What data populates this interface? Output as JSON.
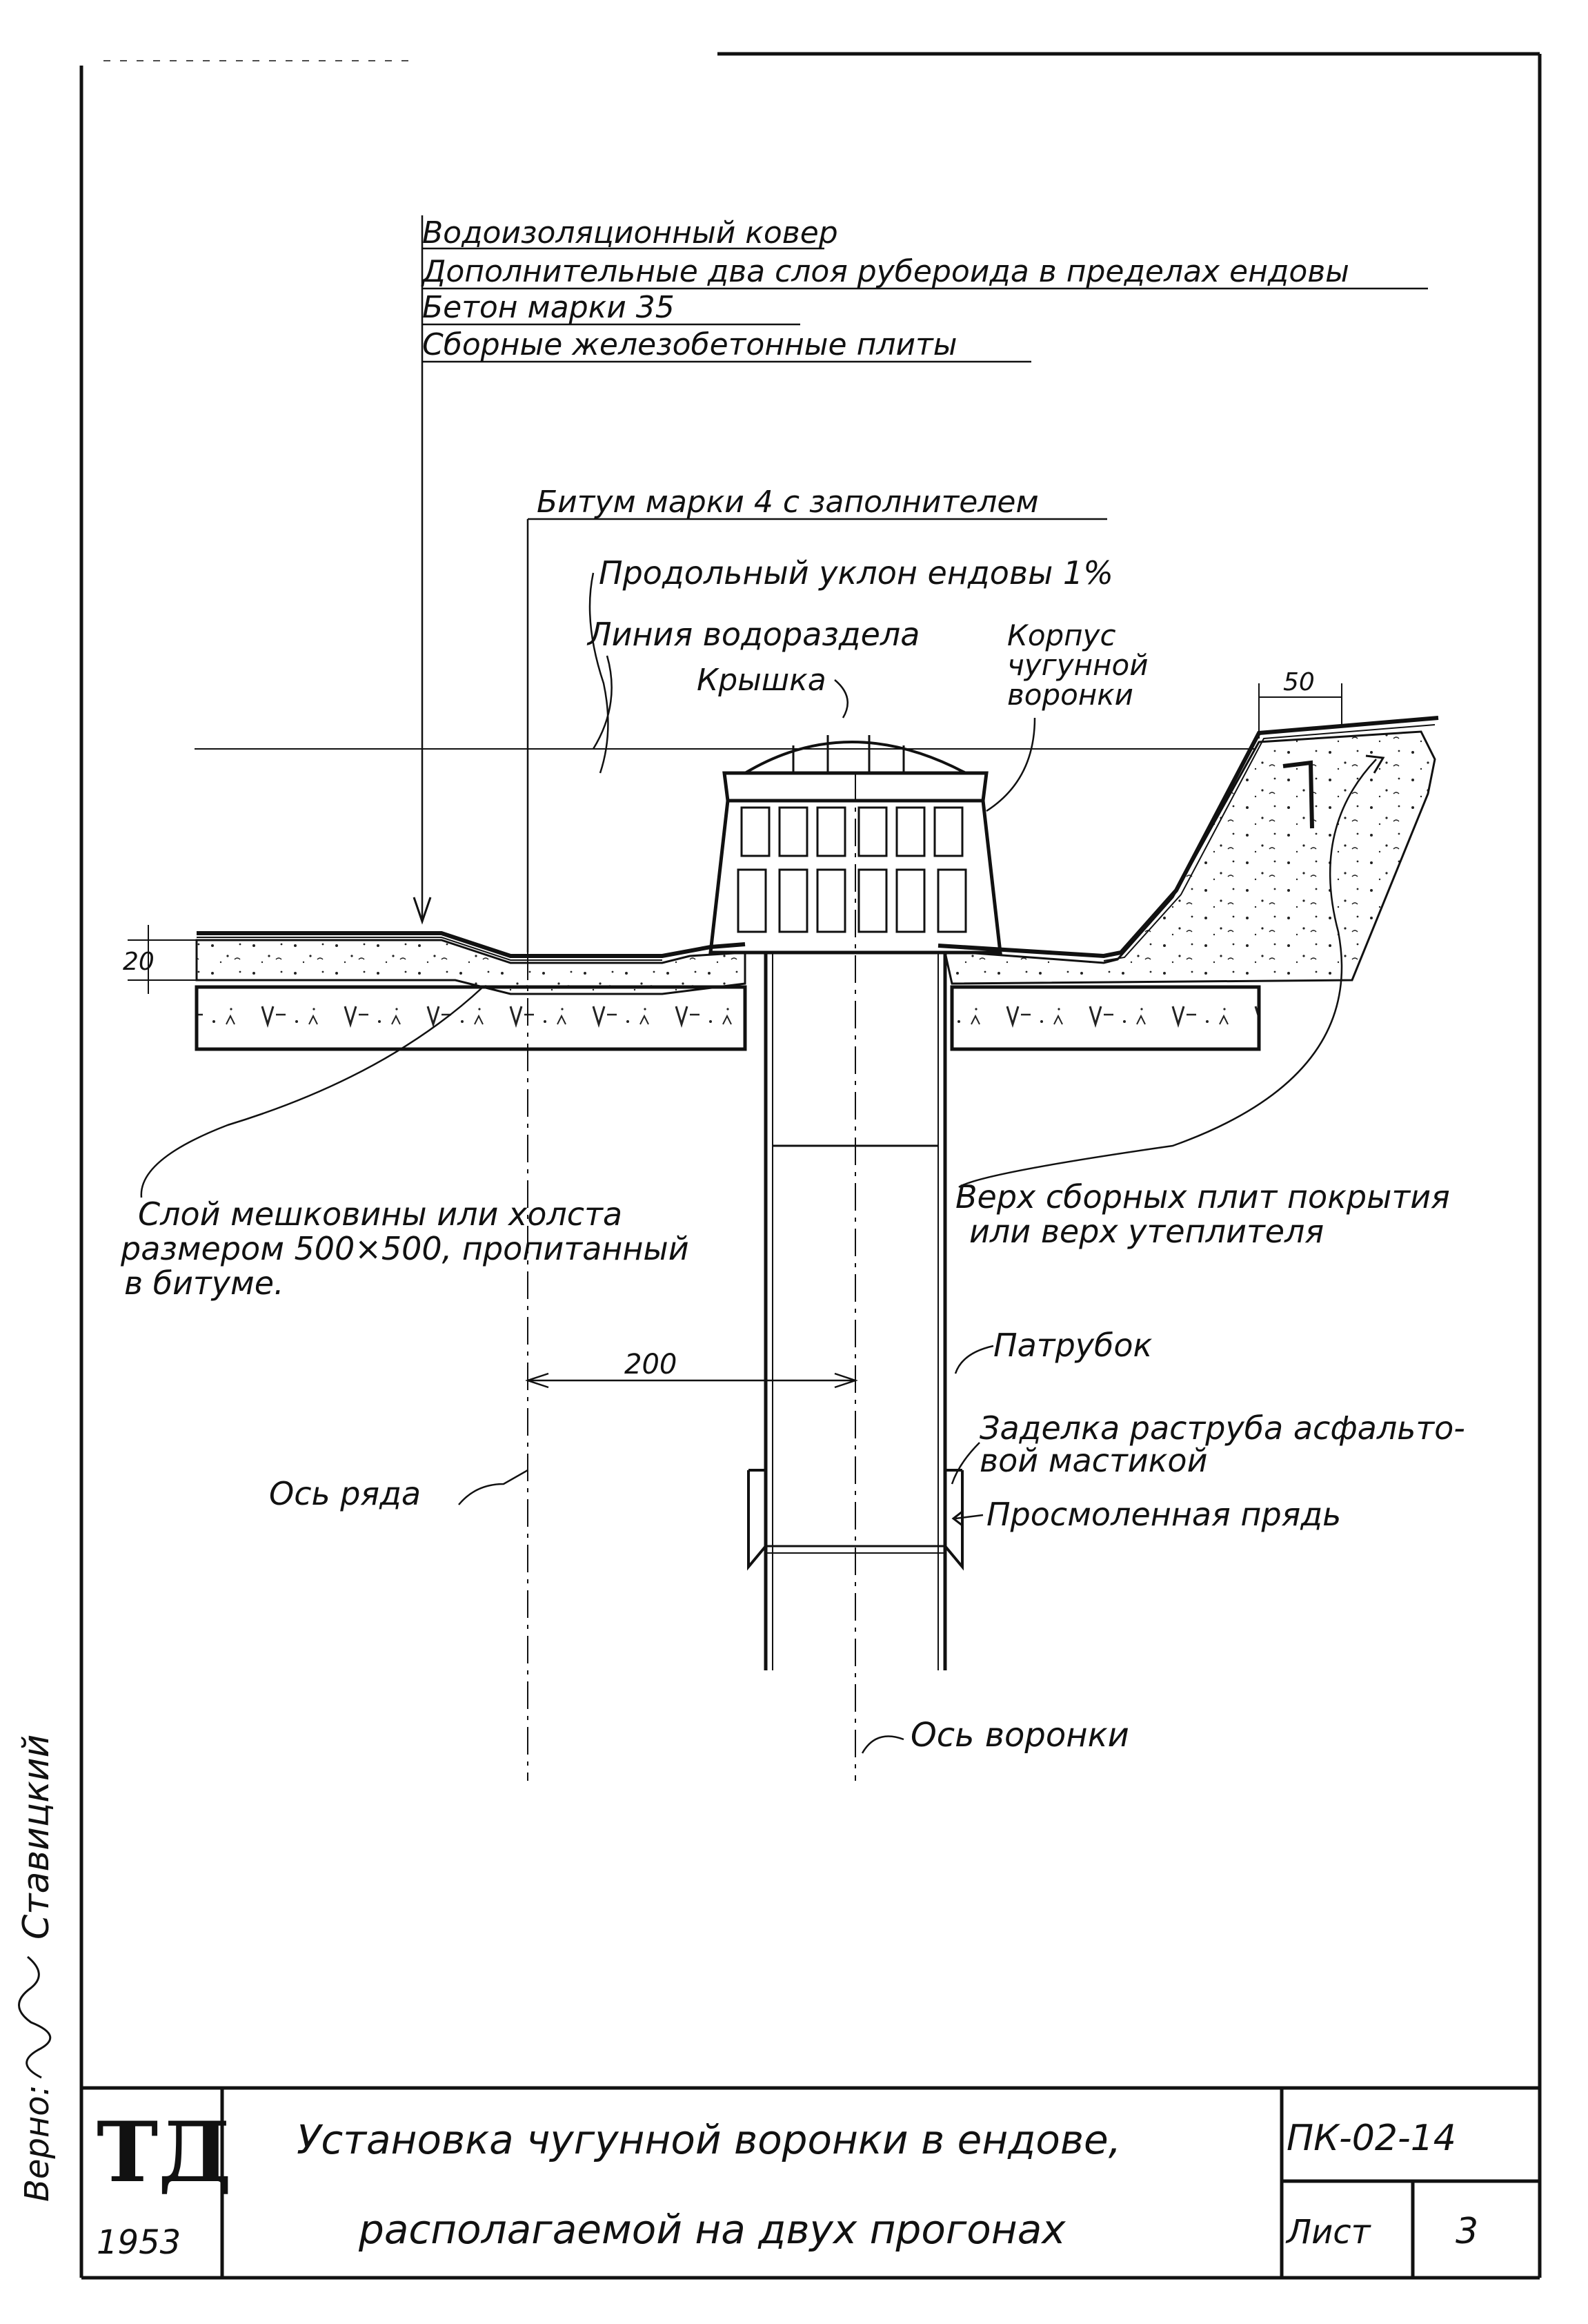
{
  "layer_labels": [
    "Водоизоляционный ковер",
    "Дополнительные два слоя рубероида в пределах ендовы",
    "Бетон марки 35",
    "Сборные железобетонные плиты"
  ],
  "labels": {
    "bitumen": "Битум марки 4 с заполнителем",
    "slope": "Продольный уклон ендовы 1%",
    "watershed": "Линия водораздела",
    "lid": "Крышка",
    "body_line1": "Корпус",
    "body_line2": "чугунной",
    "body_line3": "воронки",
    "burlap_line1": "Слой мешковины или холста",
    "burlap_line2": "размером 500×500, пропитанный",
    "burlap_line3": "в битуме.",
    "slab_top_line1": "Верх сборных плит покрытия",
    "slab_top_line2": "или верх утеплителя",
    "pipe": "Патрубок",
    "socket_seal_line1": "Заделка раструба асфальто-",
    "socket_seal_line2": "вой мастикой",
    "oakum": "Просмоленная прядь",
    "row_axis": "Ось ряда",
    "funnel_axis": "Ось воронки"
  },
  "dimensions": {
    "thickness": "20",
    "offset": "200",
    "flange": "50"
  },
  "signature": {
    "verified": "Верно:",
    "name": "Ставицкий"
  },
  "title_block": {
    "logo": "ТД",
    "year": "1953",
    "title_line1": "Установка чугунной воронки в ендове,",
    "title_line2": "располагаемой на двух прогонах",
    "code": "ПК-02-14",
    "sheet_label": "Лист",
    "sheet_number": "3"
  }
}
